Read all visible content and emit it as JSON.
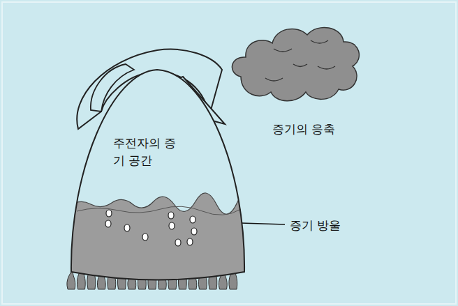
{
  "diagram": {
    "nodes": [
      {
        "text": [
          "주전자의 증기 공간"
        ]
      }
    ],
    "labels": [
      "증기의 응축",
      "증기 방울"
    ]
  }
}
